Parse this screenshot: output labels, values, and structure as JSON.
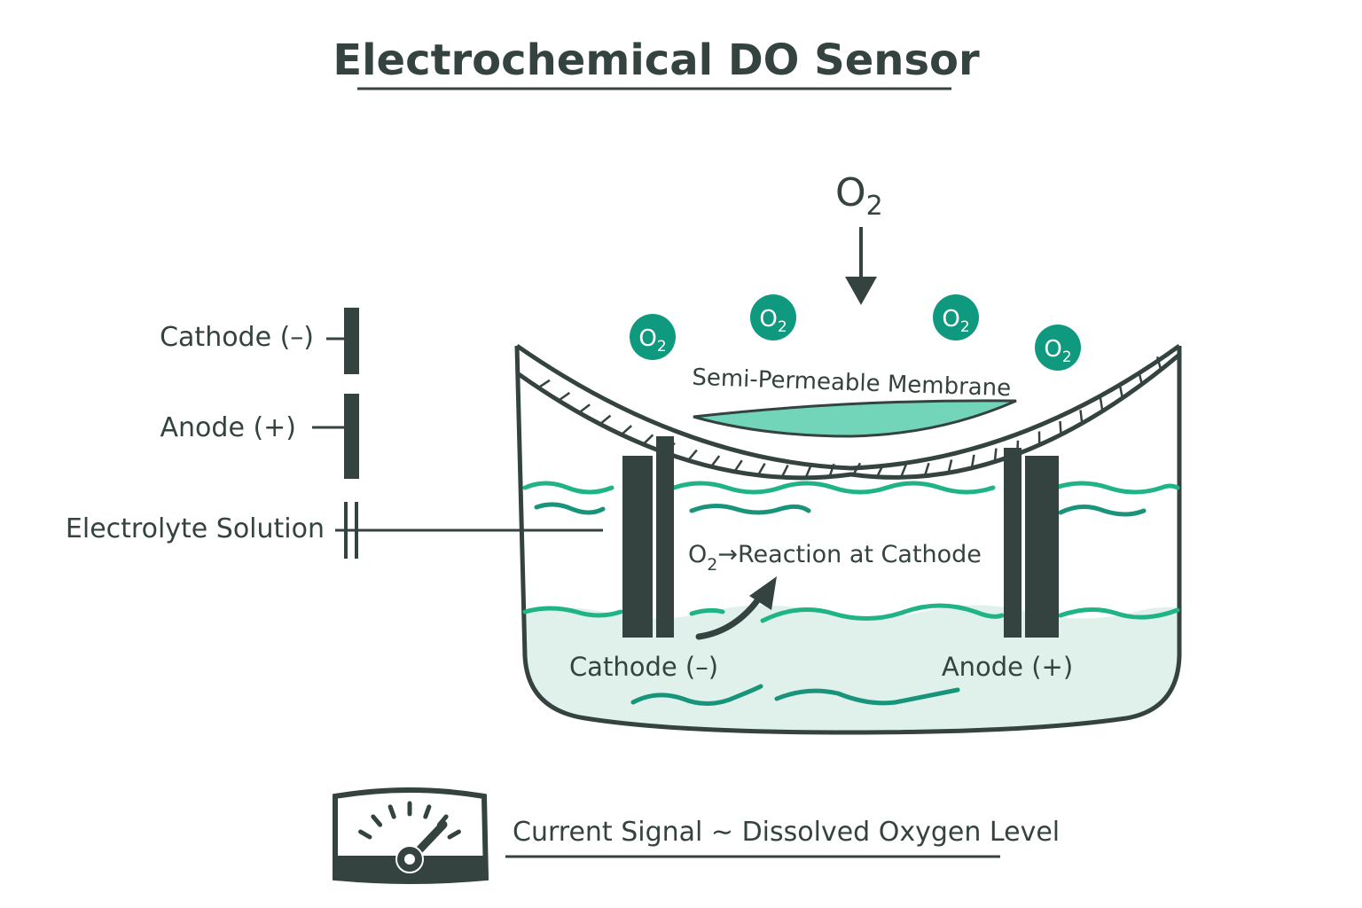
{
  "title": "Electrochemical DO Sensor",
  "colors": {
    "ink": "#344340",
    "teal": "#0f9a80",
    "wave": "#1fb386",
    "electrolyte": "#dff1ea",
    "membrane_fill": "#72d4b8",
    "white": "#ffffff"
  },
  "oxygen_source": {
    "base": "O",
    "sub": "2"
  },
  "oxygen_bubbles": [
    {
      "base": "O",
      "sub": "2"
    },
    {
      "base": "O",
      "sub": "2"
    },
    {
      "base": "O",
      "sub": "2"
    },
    {
      "base": "O",
      "sub": "2"
    }
  ],
  "membrane_label": "Semi-Permeable Membrane",
  "legend": [
    {
      "label": "Cathode (–)",
      "symbol": "electrode-bar"
    },
    {
      "label": "Anode (+)",
      "symbol": "electrode-bar"
    },
    {
      "label": "Electrolyte Solution",
      "symbol": "double-line"
    }
  ],
  "reaction": {
    "base": "O",
    "sub": "2",
    "arrow": "→",
    "text": "Reaction at Cathode"
  },
  "electrodes": {
    "cathode_label": "Cathode (–)",
    "anode_label": "Anode (+)"
  },
  "footer": {
    "icon": "gauge-icon",
    "text": "Current Signal ∼ Dissolved Oxygen Level"
  }
}
